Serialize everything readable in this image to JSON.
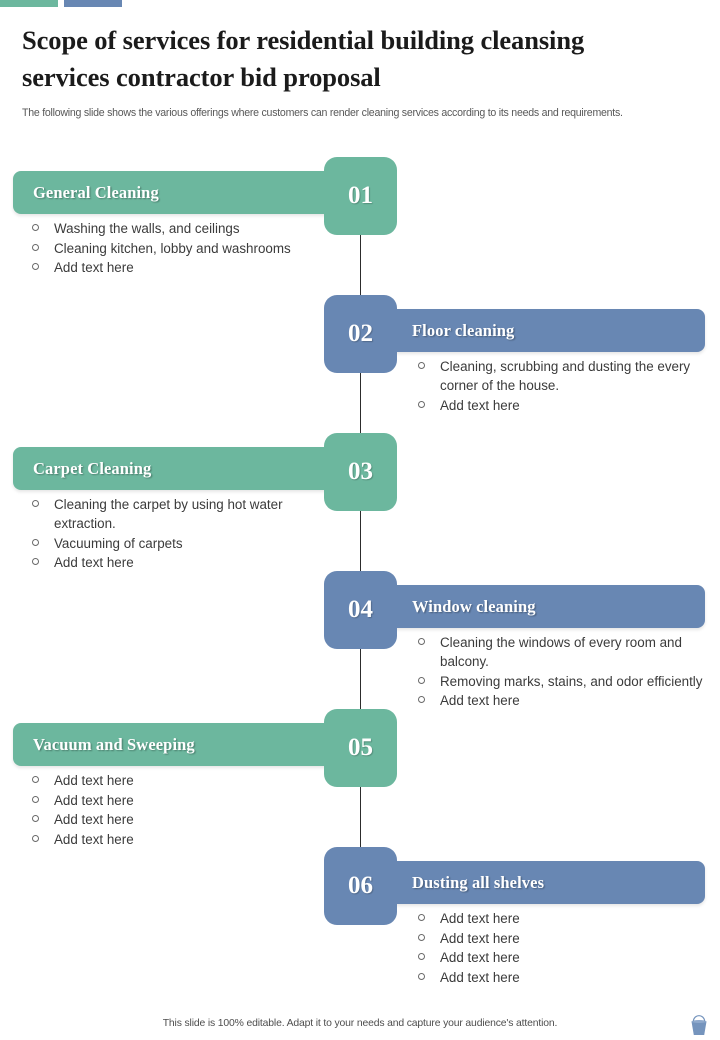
{
  "accents": {
    "bar_green": "#6CB79E",
    "bar_blue": "#6887B3"
  },
  "header": {
    "title": "Scope of services for residential building cleansing services contractor bid proposal",
    "subtitle": "The following slide shows the various offerings where customers can render cleaning services according to its needs and requirements."
  },
  "sections": [
    {
      "number": "01",
      "title": "General Cleaning",
      "side": "left",
      "color": "#6CB79E",
      "bullets": [
        "Washing the walls, and ceilings",
        "Cleaning kitchen, lobby and washrooms",
        "Add text here"
      ]
    },
    {
      "number": "02",
      "title": "Floor cleaning",
      "side": "right",
      "color": "#6887B3",
      "bullets": [
        "Cleaning, scrubbing and dusting the every corner of the house.",
        "Add text here"
      ]
    },
    {
      "number": "03",
      "title": "Carpet Cleaning",
      "side": "left",
      "color": "#6CB79E",
      "bullets": [
        "Cleaning the carpet by using hot water extraction.",
        "Vacuuming of carpets",
        "Add text here"
      ]
    },
    {
      "number": "04",
      "title": "Window cleaning",
      "side": "right",
      "color": "#6887B3",
      "bullets": [
        "Cleaning the windows of every room and balcony.",
        "Removing marks, stains, and odor efficiently",
        "Add text here"
      ]
    },
    {
      "number": "05",
      "title": "Vacuum and Sweeping",
      "side": "left",
      "color": "#6CB79E",
      "bullets": [
        "Add text here",
        "Add text here",
        "Add text here",
        "Add text here"
      ]
    },
    {
      "number": "06",
      "title": "Dusting all shelves",
      "side": "right",
      "color": "#6887B3",
      "bullets": [
        "Add text here",
        "Add text here",
        "Add text here",
        "Add text here"
      ]
    }
  ],
  "footer": {
    "note": "This slide is 100% editable. Adapt it to your needs and capture your audience's attention.",
    "icon": "bucket-icon",
    "icon_color": "#6887B3"
  }
}
